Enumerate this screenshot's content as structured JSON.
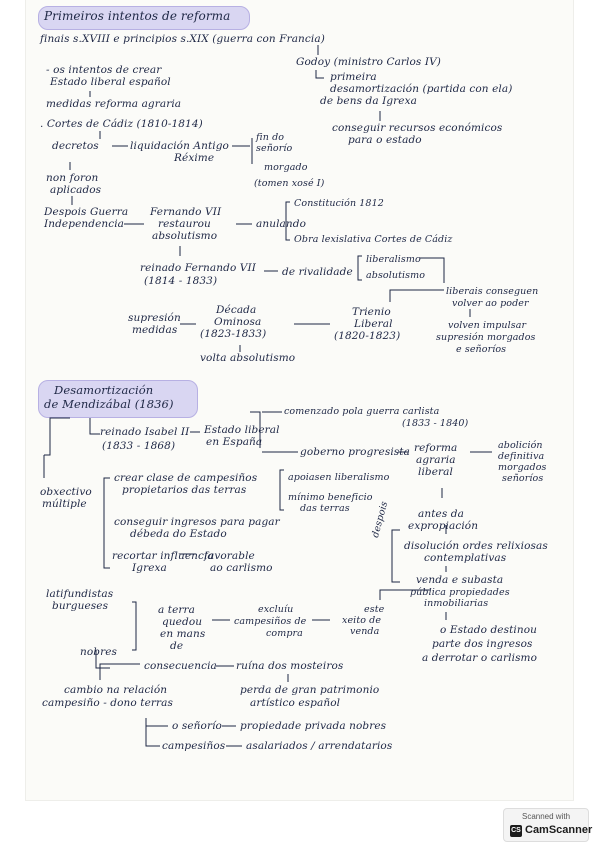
{
  "section1": {
    "title": "Primeiros intentos de reforma",
    "intro": "finais s.XVIII e principios s.XIX (guerra con Francia)",
    "godoy": "Godoy (ministro Carlos IV)",
    "primeira_line1": "primeira",
    "primeira_line2": "desamortización (partida con ela)",
    "primeira_line3": "de bens da Igrexa",
    "conseguir_line1": "conseguir recursos económicos",
    "conseguir_line2": "para o estado",
    "intentos_line1": "- os intentos de crear",
    "intentos_line2": "Estado liberal español",
    "medidas": "medidas reforma agraria",
    "cortes": ". Cortes de Cádiz (1810-1814)",
    "decretos": "decretos",
    "liquidacion_line1": "liquidación Antigo",
    "liquidacion_line2": "Réxime",
    "fin_line1": "fin do",
    "fin_line2": "señorío",
    "morgado": "morgado",
    "tomen": "(tomen xosé I)",
    "non_line1": "non foron",
    "non_line2": "aplicados",
    "despois_line1": "Despois Guerra",
    "despois_line2": "Independencia",
    "fernando_line1": "Fernando VII",
    "fernando_line2": "restaurou",
    "fernando_line3": "absolutismo",
    "anulando": "anulando",
    "constitucion": "Constitución 1812",
    "obra": "Obra lexislativa Cortes de Cádiz",
    "reinado_line1": "reinado Fernando VII",
    "reinado_line2": "(1814 - 1833)",
    "rivalidade": "de rivalidade",
    "liberalismo": "liberalismo",
    "absolutismo2": "absolutismo",
    "liberais_line1": "liberais conseguen",
    "liberais_line2": "volver ao poder",
    "trienio_line1": "Trienio",
    "trienio_line2": "Liberal",
    "trienio_line3": "(1820-1823)",
    "volven_line1": "volven impulsar",
    "volven_line2": "supresión morgados",
    "volven_line3": "e señoríos",
    "decada_line1": "Década",
    "decada_line2": "Ominosa",
    "decada_line3": "(1823-1833)",
    "volta": "volta absolutismo",
    "supresion_line1": "supresión",
    "supresion_line2": "medidas"
  },
  "section2": {
    "title_line1": "Desamortización",
    "title_line2": "de Mendizábal (1836)",
    "comenzado_line1": "comenzado pola guerra carlista",
    "comenzado_line2": "(1833 - 1840)",
    "isabel_line1": "reinado Isabel II",
    "isabel_line2": "(1833 - 1868)",
    "estado_line1": "Estado liberal",
    "estado_line2": "en España",
    "goberno": "goberno progresista",
    "reforma_line1": "reforma",
    "reforma_line2": "agraria",
    "reforma_line3": "liberal",
    "abolicion_line1": "abolición",
    "abolicion_line2": "definitiva",
    "abolicion_line3": "morgados",
    "abolicion_line4": "señoríos",
    "obxectivo_line1": "obxectivo",
    "obxectivo_line2": "múltiple",
    "crear_line1": "crear clase de campesiños",
    "crear_line2": "propietarios das terras",
    "apoiasen": "apoiasen liberalismo",
    "minimo_line1": "mínimo beneficio",
    "minimo_line2": "das terras",
    "ingresos_line1": "conseguir ingresos para pagar",
    "ingresos_line2": "débeda do Estado",
    "recortar_line1": "recortar influencia",
    "recortar_line2": "Igrexa",
    "favorable_line1": "favorable",
    "favorable_line2": "ao carlismo",
    "antes_line1": "antes da",
    "antes_line2": "expropiación",
    "despois_side": "despois",
    "disolucion_line1": "disolución ordes relixiosas",
    "disolucion_line2": "contemplativas",
    "venda_line1": "venda e subasta",
    "venda_line2": "pública propiedades",
    "venda_line3": "inmobiliarias",
    "latifundistas_line1": "latifundistas",
    "latifundistas_line2": "burgueses",
    "nobres": "nobres",
    "terra_line1": "a terra",
    "terra_line2": "quedou",
    "terra_line3": "en mans",
    "terra_line4": "de",
    "excluiu_line1": "excluíu",
    "excluiu_line2": "campesiños de",
    "excluiu_line3": "compra",
    "este_line1": "este",
    "este_line2": "xeito de",
    "este_line3": "venda",
    "estado_destinou_line1": "o Estado destinou",
    "estado_destinou_line2": "parte dos ingresos",
    "estado_destinou_line3": "a derrotar o carlismo",
    "consecuencia": "consecuencia",
    "ruina": "ruína dos mosteiros",
    "cambio_line1": "cambio na relación",
    "cambio_line2": "campesiño - dono terras",
    "perda_line1": "perda de gran patrimonio",
    "perda_line2": "artístico español",
    "senorio": "o señorío",
    "propiedade": "propiedade privada nobres",
    "campesinos": "campesiños",
    "asalariados": "asalariados / arrendatarios"
  },
  "scanner": {
    "scanned_with": "Scanned with",
    "brand": "CamScanner"
  }
}
